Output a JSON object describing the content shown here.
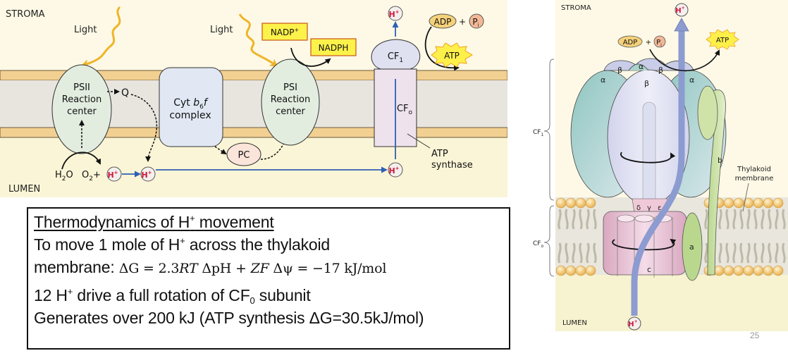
{
  "left_diagram": {
    "stroma_label": "STROMA",
    "lumen_label": "LUMEN",
    "light_label_1": "Light",
    "light_label_2": "Light",
    "psii": {
      "line1": "PSII",
      "line2": "Reaction",
      "line3": "center"
    },
    "q_label": "Q",
    "cyt": {
      "line1_a": "Cyt ",
      "line1_b": "b",
      "line1_sub": "6",
      "line1_c": "f",
      "line2": "complex"
    },
    "psi": {
      "line1": "PSI",
      "line2": "Reaction",
      "line3": "center"
    },
    "pc_label": "PC",
    "nadp_label": "NADP",
    "nadp_sup": "+",
    "nadph_label": "NADPH",
    "cf1_label": "CF",
    "cf1_sub": "1",
    "cfo_label": "CF",
    "cfo_sub": "o",
    "adp_label": "ADP",
    "plus": "+",
    "pi_label": "P",
    "pi_sub": "i",
    "atp_label": "ATP",
    "atp_synthase_line1": "ATP",
    "atp_synthase_line2": "synthase",
    "h2o_label": "H",
    "h2o_sub": "2",
    "h2o_end": "O",
    "o2_label": "O",
    "o2_sub": "2",
    "o2_plus": "+",
    "h_plus": "H",
    "h_plus_sup": "+"
  },
  "thermo": {
    "title_a": "Thermodynamics of H",
    "title_sup": "+",
    "title_b": " movement",
    "line1_a": "To move 1 mole of H",
    "line1_sup": "+",
    "line1_b": " across the thylakoid",
    "line2_a": "membrane: ",
    "eq_delta_g": "ΔG",
    "eq_eq1": " = 2.3",
    "eq_rt": "RT",
    "eq_dph": " ΔpH  +  ",
    "eq_zf": "ZF",
    "eq_dpsi": " Δψ",
    "eq_result": " = −17 kJ/mol",
    "line3_a": "12 H",
    "line3_sup": "+",
    "line3_b": " drive a full rotation of CF",
    "line3_sub": "0",
    "line3_c": " subunit",
    "line4": "Generates over 200 kJ (ATP synthesis ΔG=30.5kJ/mol)"
  },
  "right_diagram": {
    "stroma_label": "STROMA",
    "lumen_label": "LUMEN",
    "adp_label": "ADP",
    "plus": "+",
    "pi_label": "P",
    "pi_sub": "i",
    "atp_label": "ATP",
    "h_plus": "H",
    "h_plus_sup": "+",
    "cf1_bracket_label": "CF",
    "cf1_bracket_sub": "1",
    "cfo_bracket_label": "CF",
    "cfo_bracket_sub": "o",
    "alpha": "α",
    "beta": "β",
    "delta": "δ",
    "gamma": "γ",
    "epsilon": "ε",
    "subunit_a": "a",
    "subunit_b": "b",
    "subunit_c": "c",
    "thylakoid_line1": "Thylakoid",
    "thylakoid_line2": "membrane"
  },
  "page_number": "25",
  "colors": {
    "stroma_bg": "#fdf9e6",
    "lumen_bg": "#faf5d6",
    "membrane_outer": "#f2d091",
    "membrane_inner": "#e8e5df",
    "psii_fill": "#e2ede0",
    "cyt_fill": "#e1e8f4",
    "pc_fill": "#fbe4da",
    "cf_fill": "#eee8f2",
    "nadp_fill": "#fcf24a",
    "atp_fill": "#fef04a",
    "adp_fill": "#f5d17a",
    "pi_fill": "#f2b896",
    "hplus_text": "#d2143a",
    "electron_flow": "#2f5fb3",
    "proton_channel": "#8c9bd0",
    "light_wave": "#f0b429"
  }
}
